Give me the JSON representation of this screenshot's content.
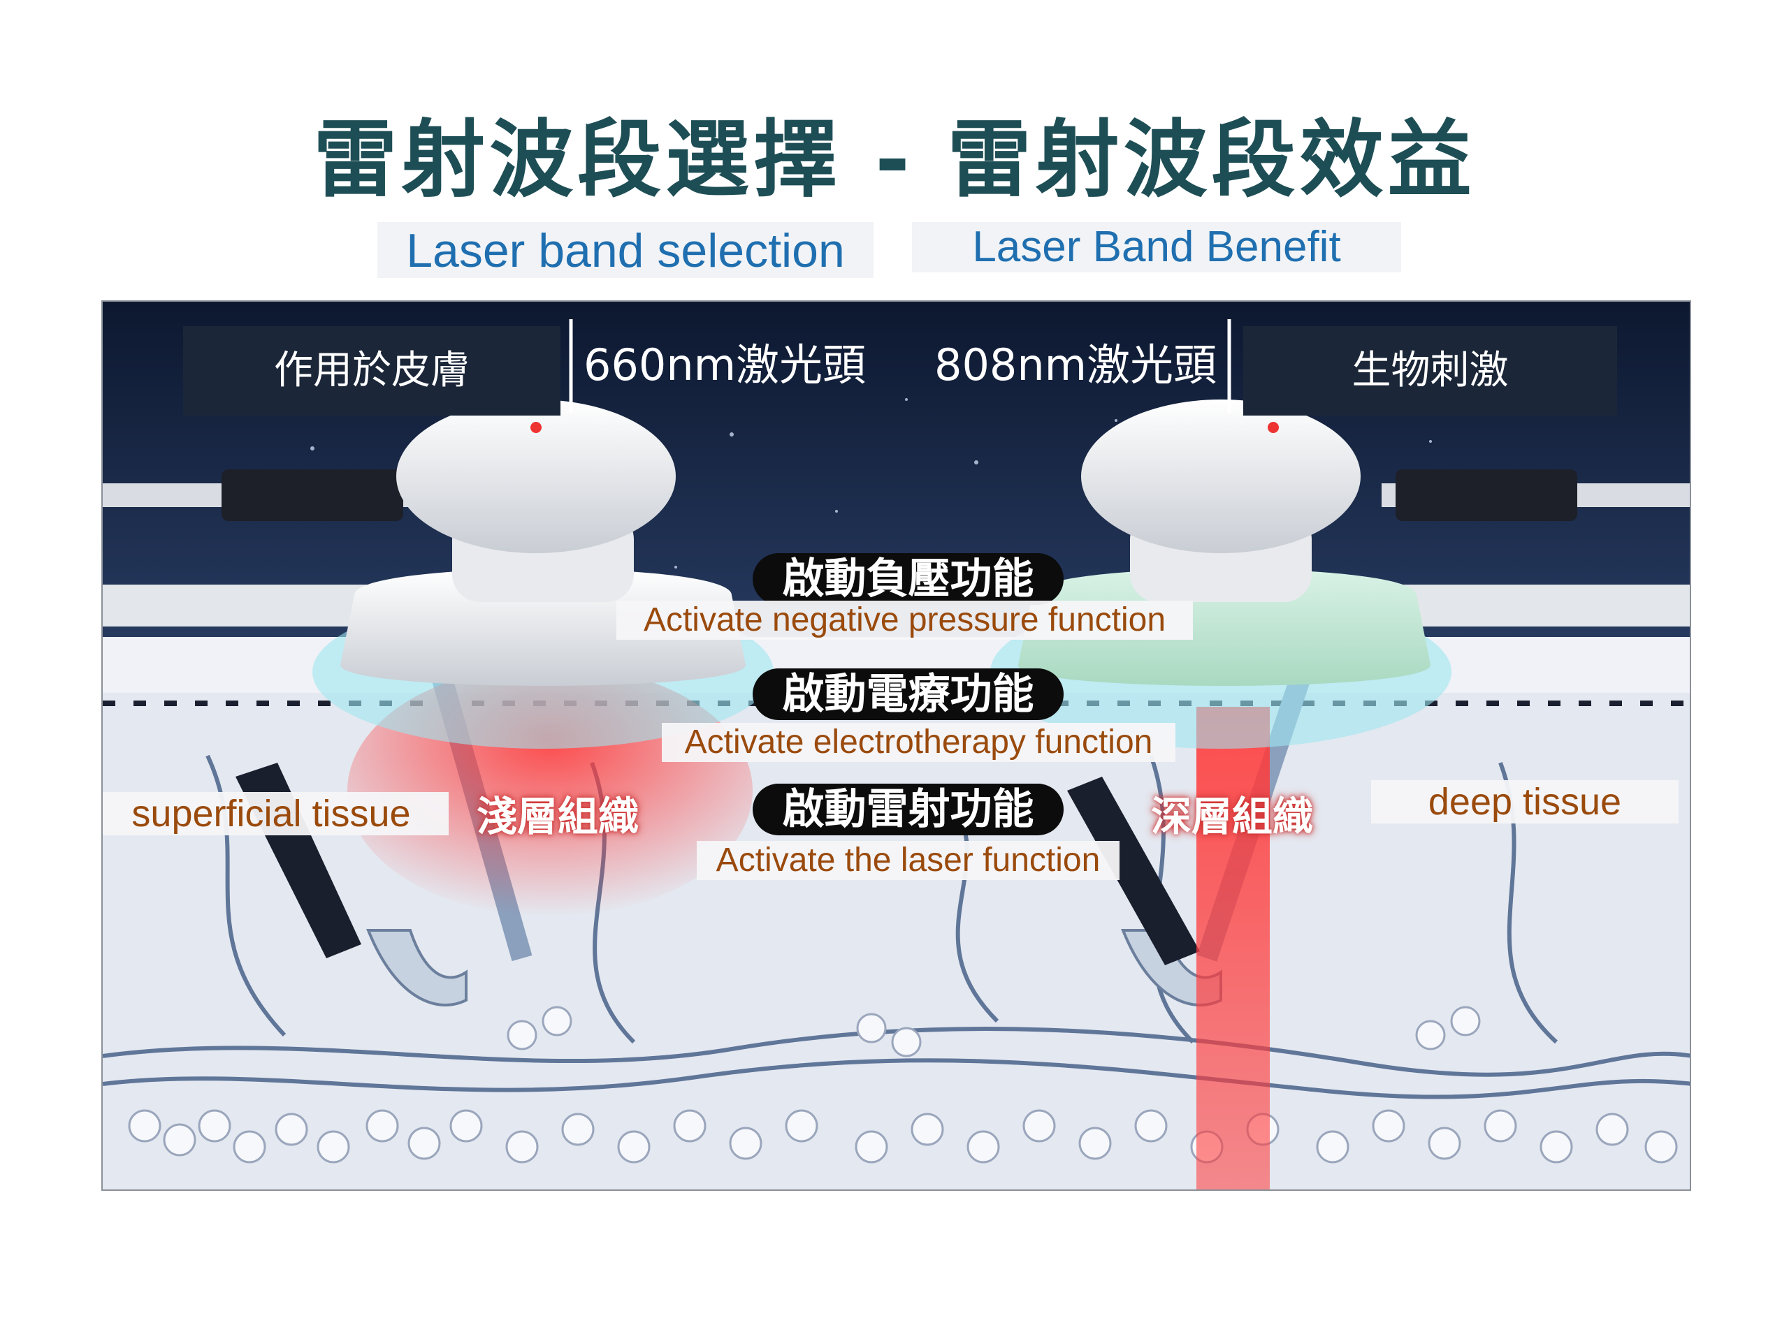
{
  "title": "雷射波段選擇 - 雷射波段效益",
  "subtitle_left": "Laser band selection",
  "subtitle_right": "Laser Band Benefit",
  "labels": {
    "skin_cn": "作用於皮膚",
    "bio_cn": "生物刺激",
    "laser_660": "660nm激光頭",
    "laser_808": "808nm激光頭",
    "pressure_cn": "啟動負壓功能",
    "pressure_en": "Activate negative pressure function",
    "electro_cn": "啟動電療功能",
    "electro_en": "Activate electrotherapy function",
    "laser_cn": "啟動雷射功能",
    "laser_en": "Activate the laser function",
    "shallow_cn": "淺層組織",
    "shallow_en": "superficial tissue",
    "deep_cn": "深層組織",
    "deep_en": "deep tissue"
  },
  "colors": {
    "title": "#1e4e55",
    "subtitle": "#1f6fb0",
    "english_label": "#9a4a0c",
    "laser_red": "#e0383a",
    "device_green": "#bfe6d2"
  }
}
